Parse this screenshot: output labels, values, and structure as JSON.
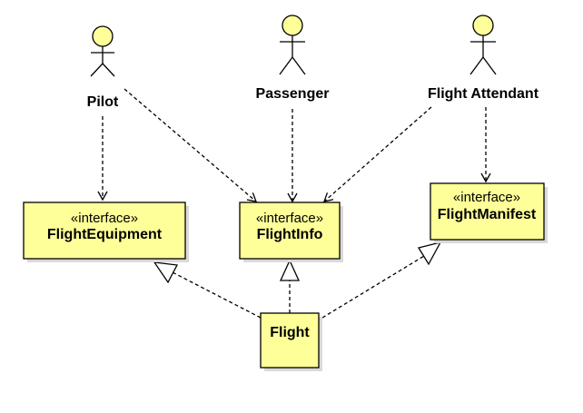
{
  "actors": [
    {
      "id": "pilot",
      "name": "Pilot"
    },
    {
      "id": "passenger",
      "name": "Passenger"
    },
    {
      "id": "attendant",
      "name": "Flight Attendant"
    }
  ],
  "interfaces": {
    "equipment": {
      "stereotype": "«interface»",
      "name": "FlightEquipment"
    },
    "info": {
      "stereotype": "«interface»",
      "name": "FlightInfo"
    },
    "manifest": {
      "stereotype": "«interface»",
      "name": "FlightManifest"
    }
  },
  "flight": {
    "name": "Flight"
  },
  "colors": {
    "fill": "#ffff99",
    "actor_head": "#ffff99",
    "stroke": "#000000"
  }
}
